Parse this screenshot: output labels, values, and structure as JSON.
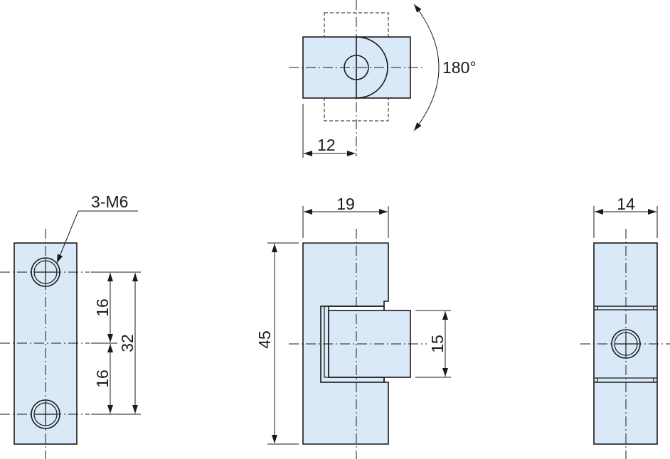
{
  "top_view": {
    "rotation_label": "180°",
    "offset_label": "12"
  },
  "left_view": {
    "thread_callout": "3-M6",
    "pitch_upper": "16",
    "pitch_lower": "16",
    "overall_pitch": "32"
  },
  "front_view": {
    "width_label": "19",
    "height_label": "45",
    "tongue_label": "15"
  },
  "side_view": {
    "width_label": "14"
  },
  "colors": {
    "part_fill": "#d9e9f7",
    "line": "#1a1a1a"
  }
}
